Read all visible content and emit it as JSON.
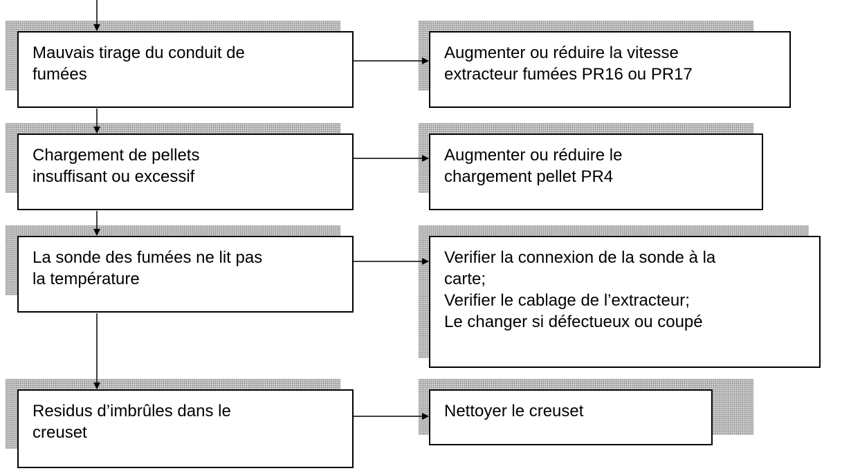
{
  "colors": {
    "line": "#000000",
    "box_border": "#000000",
    "shadow": "#d2d2d2"
  },
  "rows": [
    {
      "cause": "Mauvais tirage du conduit de\nfumées",
      "remedy": "Augmenter ou réduire la vitesse\nextracteur fumées PR16 ou PR17"
    },
    {
      "cause": "Chargement de pellets\ninsuffisant ou excessif",
      "remedy": "Augmenter ou réduire le\nchargement pellet PR4"
    },
    {
      "cause": "La sonde des fumées ne lit pas\nla température",
      "remedy": "Verifier la connexion de la sonde à la\ncarte;\nVerifier le cablage de l’extracteur;\nLe changer si défectueux ou coupé"
    },
    {
      "cause": "Residus d’imbrûles dans le\ncreuset",
      "remedy": "Nettoyer le creuset"
    }
  ]
}
